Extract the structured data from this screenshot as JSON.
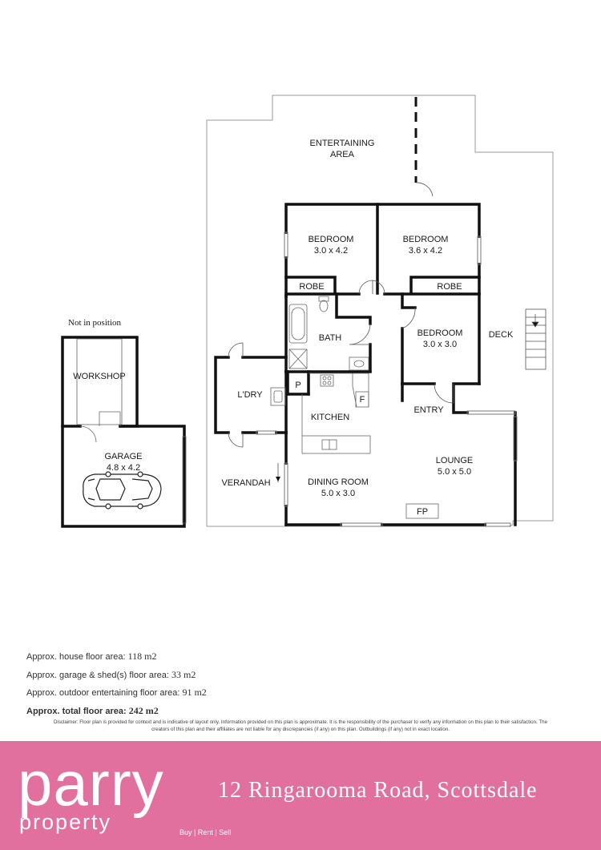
{
  "floorplan": {
    "not_in_position": "Not in position",
    "rooms": {
      "entertaining_line1": "ENTERTAINING",
      "entertaining_line2": "AREA",
      "bed1_name": "BEDROOM",
      "bed1_size": "3.0 x 4.2",
      "bed2_name": "BEDROOM",
      "bed2_size": "3.6 x 4.2",
      "bed3_name": "BEDROOM",
      "bed3_size": "3.0 x 3.0",
      "robe1": "ROBE",
      "robe2": "ROBE",
      "bath": "BATH",
      "deck": "DECK",
      "laundry": "L'DRY",
      "pantry": "P",
      "fridge": "F",
      "kitchen": "KITCHEN",
      "entry": "ENTRY",
      "lounge_name": "LOUNGE",
      "lounge_size": "5.0 x 5.0",
      "verandah": "VERANDAH",
      "dining_name": "DINING ROOM",
      "dining_size": "5.0 x 3.0",
      "fireplace": "FP",
      "workshop": "WORKSHOP",
      "garage_name": "GARAGE",
      "garage_size": "4.8 x 4.2"
    }
  },
  "areas": [
    {
      "label": "Approx. house floor area:",
      "value": "118 m2"
    },
    {
      "label": "Approx. garage & shed(s) floor area:",
      "value": "33 m2"
    },
    {
      "label": "Approx. outdoor entertaining floor area:",
      "value": "91 m2"
    },
    {
      "label": "Approx. total floor area:",
      "value": "242 m2"
    }
  ],
  "disclaimer": "Disclaimer: Floor plan is provided for context and is indicative of layout only. Information provided on this plan is approximate. It is the responsibility of the purchaser to verify any information on this plan to their satisfaction. The creators of this plan and their affiliates are not liable for any discrepancies (if any) on this plan. Outbuildings (if any) not in exact location.",
  "footer": {
    "logo_top": "parry",
    "logo_bottom": "property",
    "address": "12 Ringarooma Road, Scottsdale",
    "tagline": "Buy | Rent | Sell"
  },
  "colors": {
    "brand_pink": "#e2709f",
    "wall": "#111111",
    "outline": "#999999"
  }
}
